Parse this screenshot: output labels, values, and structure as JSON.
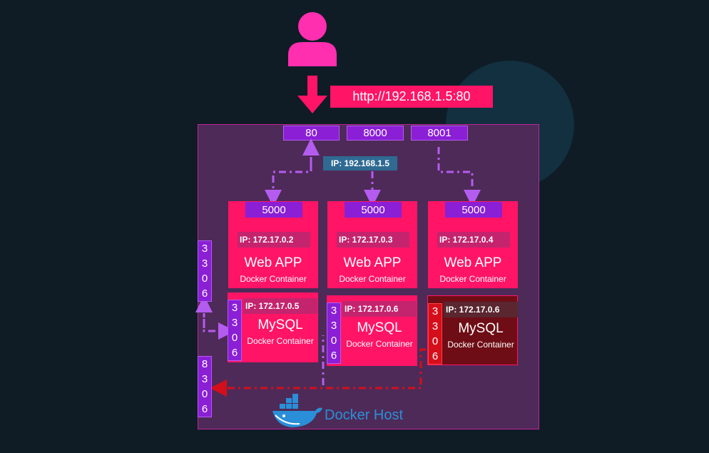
{
  "user_request": {
    "url": "http://192.168.1.5:80"
  },
  "host_ports": [
    "80",
    "8000",
    "8001"
  ],
  "host_ip": "IP: 192.168.1.5",
  "web_apps": [
    {
      "port": "5000",
      "ip": "IP: 172.17.0.2",
      "title": "Web APP",
      "subtitle": "Docker Container"
    },
    {
      "port": "5000",
      "ip": "IP: 172.17.0.3",
      "title": "Web APP",
      "subtitle": "Docker Container"
    },
    {
      "port": "5000",
      "ip": "IP: 172.17.0.4",
      "title": "Web APP",
      "subtitle": "Docker Container"
    }
  ],
  "mysql": [
    {
      "ip": "IP: 172.17.0.5",
      "title": "MySQL",
      "subtitle": "Docker Container",
      "port_digits": [
        "3",
        "3",
        "0",
        "6"
      ]
    },
    {
      "ip": "IP: 172.17.0.6",
      "title": "MySQL",
      "subtitle": "Docker Container",
      "port_digits": [
        "3",
        "3",
        "0",
        "6"
      ]
    },
    {
      "ip": "IP: 172.17.0.6",
      "title": "MySQL",
      "subtitle": "Docker Container",
      "port_digits": [
        "3",
        "3",
        "0",
        "6"
      ]
    }
  ],
  "side_ports": [
    {
      "digits": [
        "3",
        "3",
        "0",
        "6"
      ]
    },
    {
      "digits": [
        "8",
        "3",
        "0",
        "6"
      ]
    }
  ],
  "docker_host": {
    "label": "Docker Host",
    "icon": "docker-whale-icon"
  },
  "colors": {
    "background": "#0f1c26",
    "host": "#4e2a58",
    "container": "#ff1466",
    "port": "#8a1fd6",
    "conflict": "#6e0d15"
  }
}
